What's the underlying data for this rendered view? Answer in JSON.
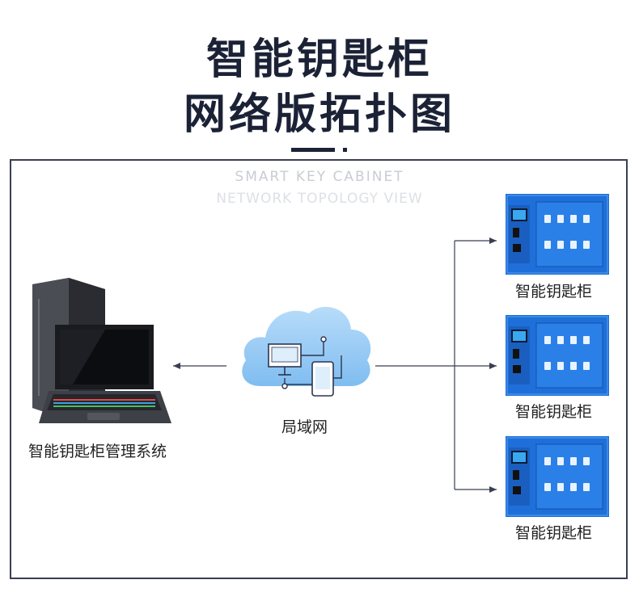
{
  "header": {
    "title_line1": "智能钥匙柜",
    "title_line2": "网络版拓扑图",
    "subtitle_en_line1": "SMART KEY CABINET",
    "subtitle_en_line2": "NETWORK TOPOLOGY VIEW"
  },
  "nodes": {
    "computer_label": "智能钥匙柜管理系统",
    "network_label": "局域网",
    "cabinets": [
      {
        "label": "智能钥匙柜"
      },
      {
        "label": "智能钥匙柜"
      },
      {
        "label": "智能钥匙柜"
      }
    ]
  },
  "colors": {
    "title": "#1c2236",
    "cabinet_blue": "#1e6fd9",
    "cloud_blue": "#8ec5f4",
    "line": "#3a3f52"
  }
}
